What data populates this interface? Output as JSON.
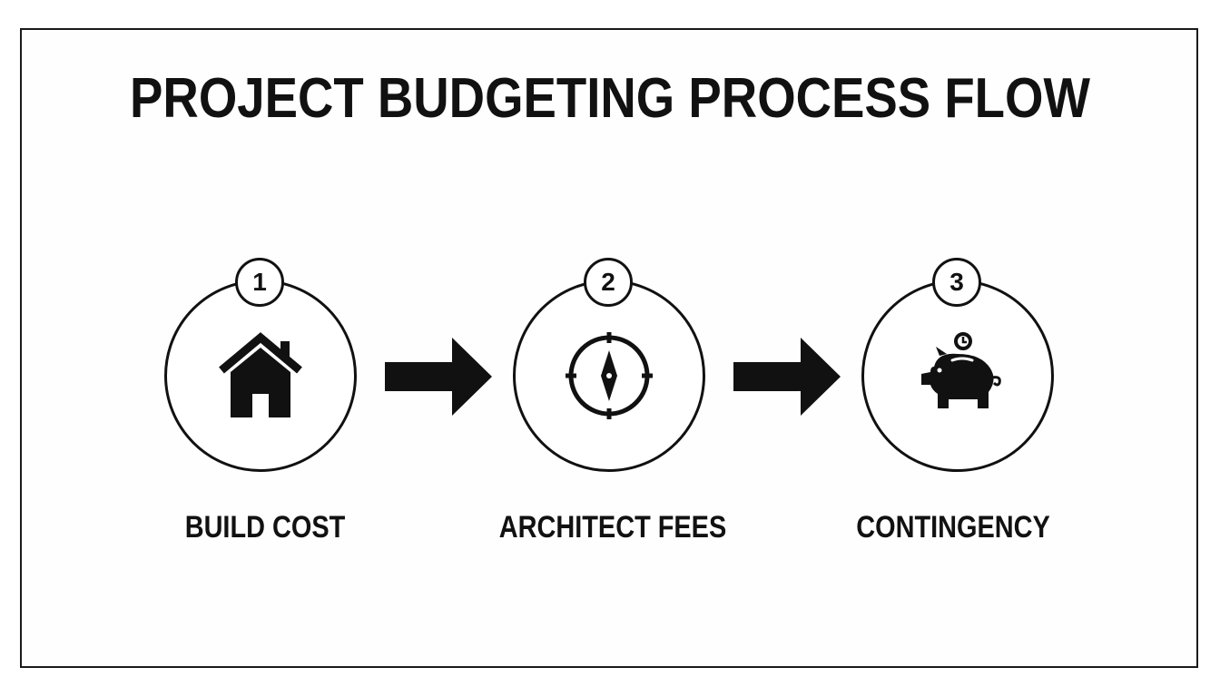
{
  "title": "PROJECT BUDGETING PROCESS FLOW",
  "steps": [
    {
      "number": "1",
      "label": "BUILD COST",
      "icon": "house-icon"
    },
    {
      "number": "2",
      "label": "ARCHITECT FEES",
      "icon": "compass-icon"
    },
    {
      "number": "3",
      "label": "CONTINGENCY",
      "icon": "piggy-bank-icon"
    }
  ],
  "colors": {
    "ink": "#111111",
    "background": "#ffffff"
  }
}
